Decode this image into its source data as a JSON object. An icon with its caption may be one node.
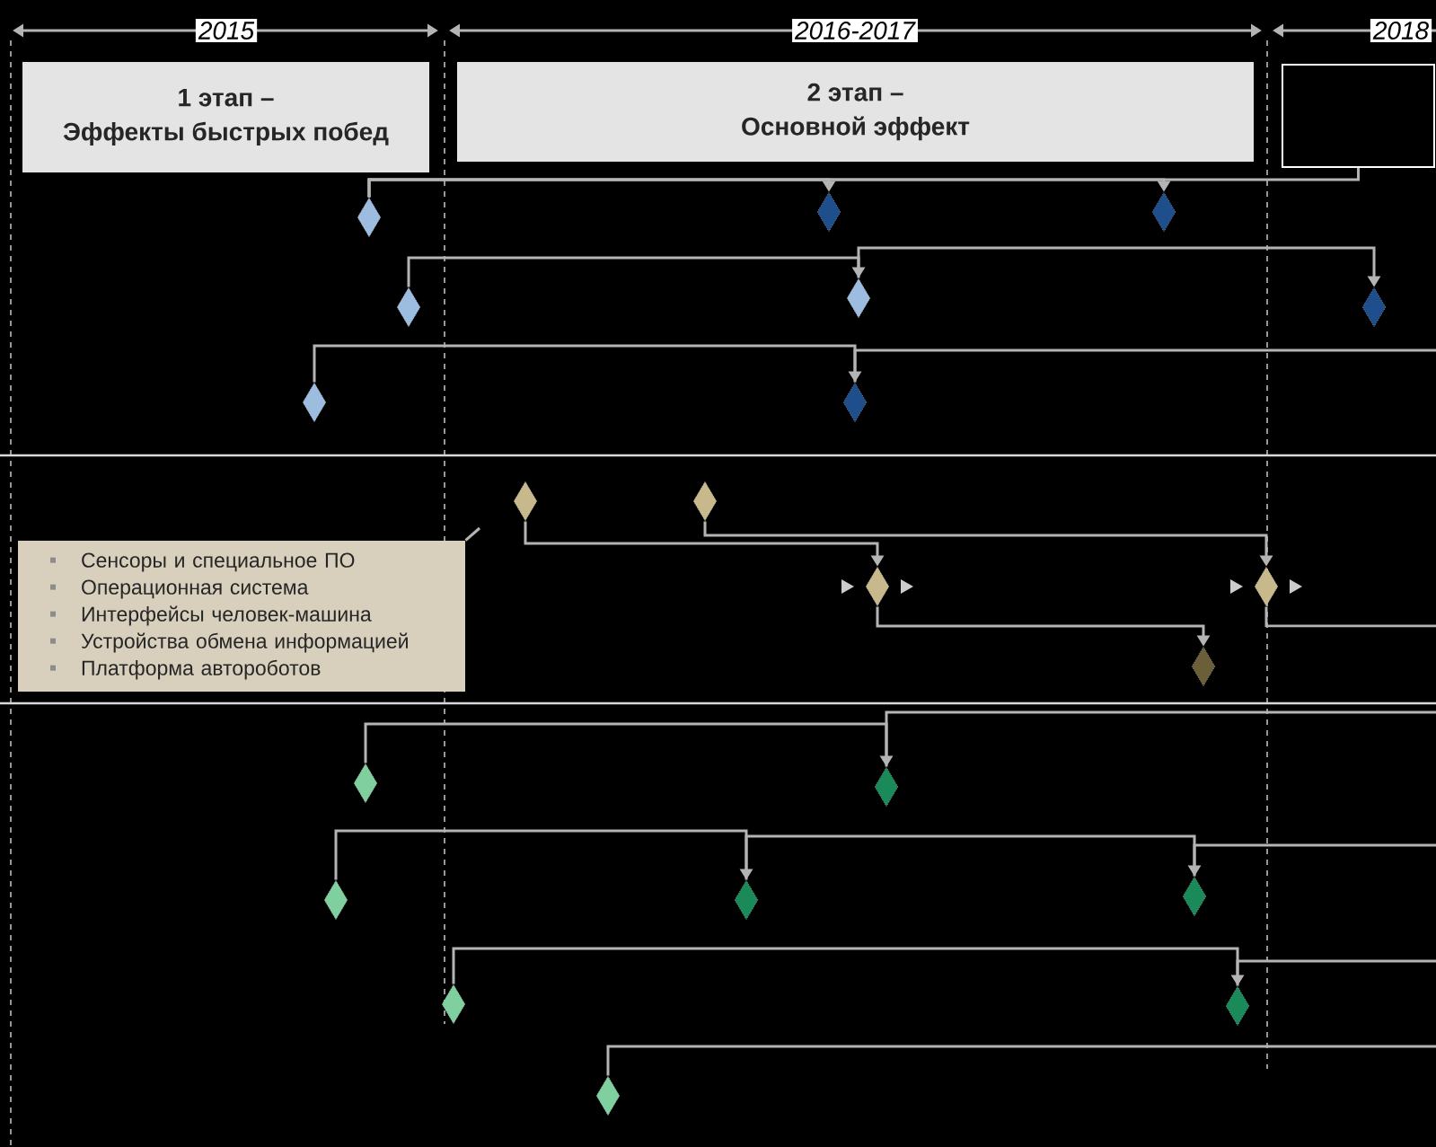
{
  "diagram": {
    "nodes": [
      {
        "text": [
          "1 этап –",
          "Эффекты быстрых побед"
        ]
      },
      {
        "text": [
          "2 этап –",
          "Основной эффект"
        ]
      },
      {
        "text": [],
        "shape": "box"
      },
      {
        "text": [
          "Сенсоры и специальное ПО",
          "Операционная система",
          "Интерфейсы человек-машина",
          "Устройства обмена информацией",
          "Платформа автороботов"
        ]
      },
      {
        "text": [],
        "shape": "diamond"
      },
      {
        "text": [],
        "shape": "diamond"
      },
      {
        "text": [],
        "shape": "diamond"
      },
      {
        "text": [],
        "shape": "diamond"
      },
      {
        "text": [],
        "shape": "diamond"
      },
      {
        "text": [],
        "shape": "diamond"
      },
      {
        "text": [],
        "shape": "diamond"
      },
      {
        "text": [],
        "shape": "diamond"
      },
      {
        "text": [],
        "shape": "diamond"
      },
      {
        "text": [],
        "shape": "diamond"
      },
      {
        "text": [],
        "shape": "diamond"
      },
      {
        "text": [],
        "shape": "diamond"
      },
      {
        "text": [],
        "shape": "diamond"
      },
      {
        "text": [],
        "shape": "diamond"
      },
      {
        "text": [],
        "shape": "diamond"
      },
      {
        "text": [],
        "shape": "diamond"
      },
      {
        "text": [],
        "shape": "diamond"
      },
      {
        "text": [],
        "shape": "diamond"
      },
      {
        "text": [],
        "shape": "diamond"
      },
      {
        "text": [],
        "shape": "diamond"
      },
      {
        "text": [],
        "shape": "diamond"
      }
    ],
    "edges": [
      {
        "from": 4,
        "to": 5,
        "arrow": "to"
      },
      {
        "from": 4,
        "to": 6,
        "arrow": "to"
      },
      {
        "from": 4,
        "to": 2,
        "arrow": "none"
      },
      {
        "from": 7,
        "to": 8,
        "arrow": "to"
      },
      {
        "from": 8,
        "to": 9,
        "arrow": "to"
      },
      {
        "from": 10,
        "to": 11,
        "arrow": "to"
      },
      {
        "from": 11,
        "to": null,
        "arrow": "none"
      },
      {
        "from": 12,
        "to": 14,
        "arrow": "to"
      },
      {
        "from": 14,
        "to": 15,
        "arrow": "to"
      },
      {
        "from": 13,
        "to": 16,
        "arrow": "to"
      },
      {
        "from": 16,
        "to": null,
        "arrow": "none"
      },
      {
        "from": 3,
        "to": null,
        "arrow": "none"
      },
      {
        "from": 17,
        "to": 18,
        "arrow": "to"
      },
      {
        "from": 18,
        "to": null,
        "arrow": "none"
      },
      {
        "from": 19,
        "to": 20,
        "arrow": "to"
      },
      {
        "from": 20,
        "to": 21,
        "arrow": "to"
      },
      {
        "from": 21,
        "to": null,
        "arrow": "none"
      },
      {
        "from": 22,
        "to": 23,
        "arrow": "to"
      },
      {
        "from": 23,
        "to": null,
        "arrow": "none"
      },
      {
        "from": 24,
        "to": null,
        "arrow": "none"
      }
    ],
    "labels": [
      "2015",
      "2016-2017",
      "2018"
    ]
  }
}
